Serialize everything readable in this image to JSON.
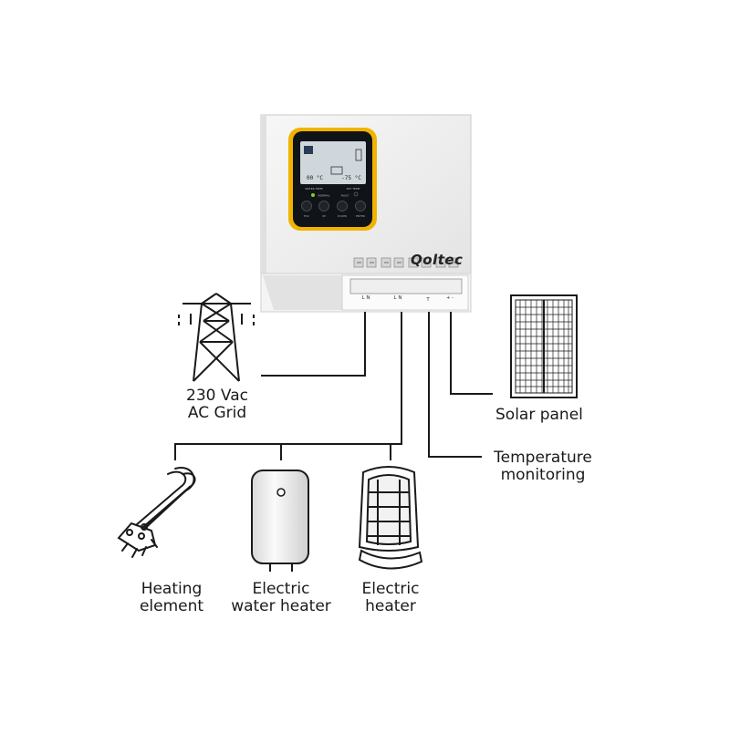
{
  "device": {
    "brand": "Qoltec",
    "display": {
      "temp_left": "00 °C",
      "temp_right": "-75 °C",
      "label_left": "WATER TEMP",
      "label_right": "SET TEMP",
      "status_normal": "NORMAL",
      "status_fault": "FAULT"
    },
    "buttons": [
      "ESC",
      "UP",
      "DOWN",
      "ENTER"
    ],
    "terminals": {
      "ac_in": "L N",
      "load": "L N",
      "sensor": "T",
      "pv": "+ -"
    }
  },
  "labels": {
    "grid": [
      "230 Vac",
      "AC  Grid"
    ],
    "solar": "Solar panel",
    "temperature": [
      "Temperature",
      "monitoring"
    ],
    "heating_element": [
      "Heating",
      "element"
    ],
    "water_heater": [
      "Electric",
      "water heater"
    ],
    "electric_heater": [
      "Electric",
      "heater"
    ]
  },
  "colors": {
    "accent": "#f2b300",
    "housing": "#efefef",
    "line": "#1a1a1a",
    "screen": "#101418"
  }
}
